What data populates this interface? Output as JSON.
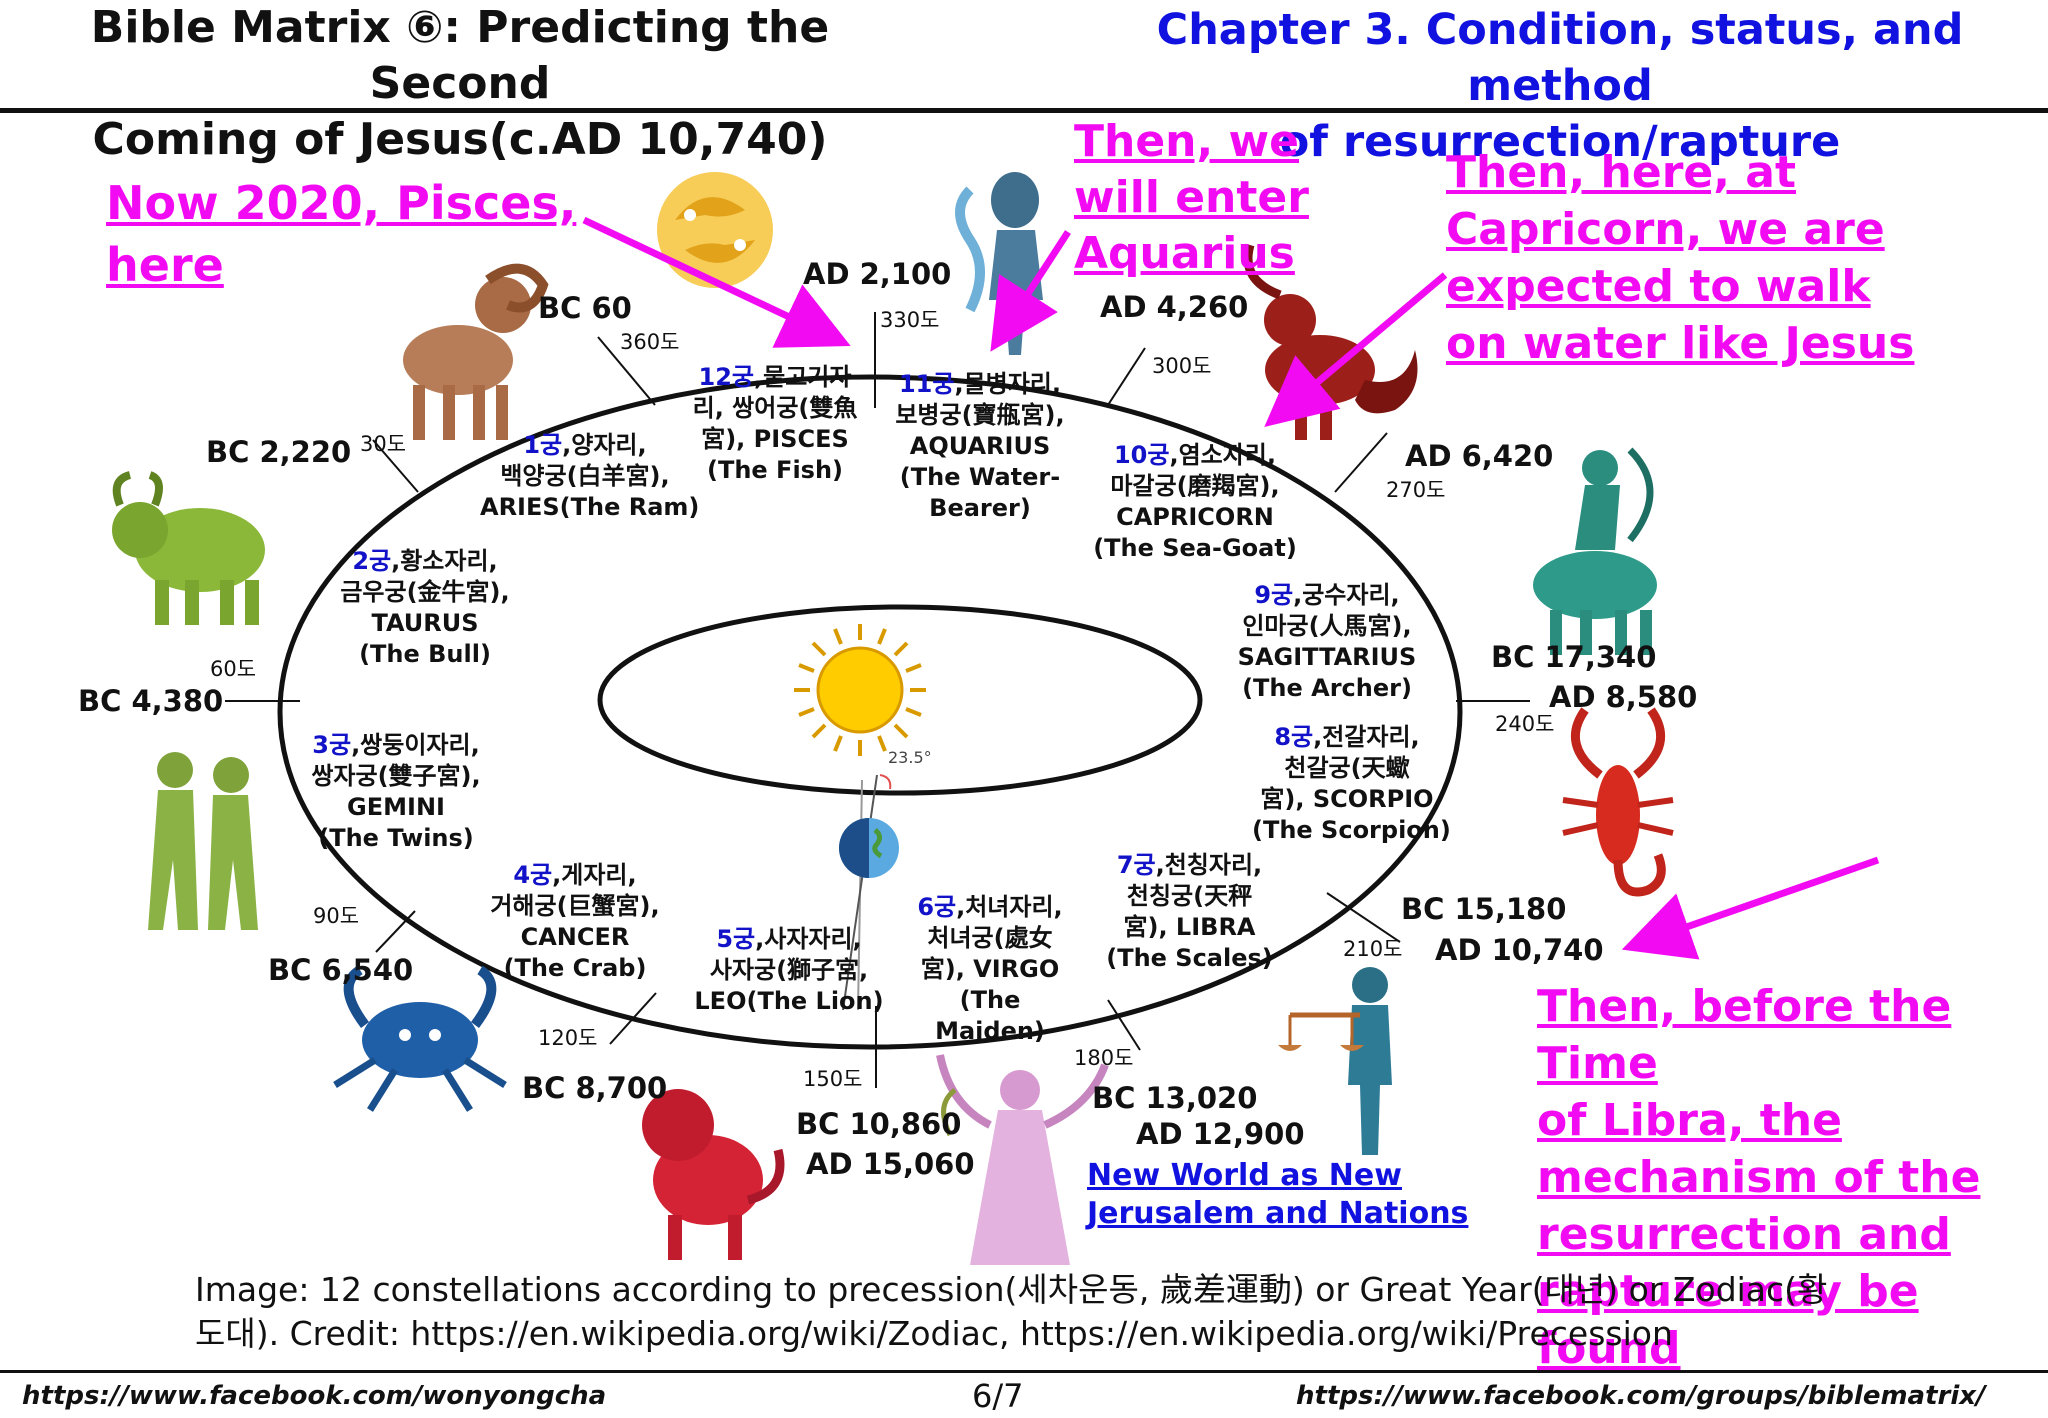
{
  "header": {
    "title_left": [
      "Bible Matrix ⑥: Predicting the Second",
      "Coming of Jesus(c.AD 10,740)"
    ],
    "title_right": [
      "Chapter 3. Condition, status, and method",
      "of resurrection/rapture"
    ]
  },
  "notes": {
    "pisces_now": [
      "Now 2020, Pisces,",
      "here"
    ],
    "aquarius": [
      "Then, we",
      "will enter",
      "Aquarius"
    ],
    "capricorn": [
      "Then, here, at",
      "Capricorn, we are",
      "expected to walk",
      "on water like Jesus"
    ],
    "libra": [
      "Then, before the Time",
      "of Libra, the",
      "mechanism of the",
      "resurrection and",
      "rapture may be found"
    ]
  },
  "link": [
    "New World as New",
    "Jerusalem and Nations"
  ],
  "years": {
    "ad2100": "AD 2,100",
    "bc60": "BC 60",
    "ad4260": "AD 4,260",
    "bc2220": "BC 2,220",
    "ad6420": "AD 6,420",
    "bc4380": "BC 4,380",
    "bc17340": "BC 17,340",
    "ad8580": "AD 8,580",
    "bc6540": "BC 6,540",
    "bc15180": "BC 15,180",
    "ad10740": "AD 10,740",
    "bc8700": "BC 8,700",
    "bc10860": "BC 10,860",
    "ad15060": "AD 15,060",
    "bc13020": "BC 13,020",
    "ad12900": "AD 12,900"
  },
  "degrees": {
    "d360": "360도",
    "d330": "330도",
    "d300": "300도",
    "d30": "30도",
    "d270": "270도",
    "d60": "60도",
    "d240": "240도",
    "d90": "90도",
    "d210": "210도",
    "d120": "120도",
    "d150": "150도",
    "d180": "180도"
  },
  "tilt_label": "23.5°",
  "houses": {
    "h12": {
      "num": "12궁",
      "lines": [
        ",물고기자",
        "리, 쌍어궁(雙魚",
        "宮), PISCES",
        "(The Fish)"
      ]
    },
    "h11": {
      "num": "11궁",
      "lines": [
        ",물병자리,",
        "보병궁(寶甁宮),",
        "AQUARIUS",
        "(The Water-",
        "Bearer)"
      ]
    },
    "h1": {
      "num": "1궁",
      "lines": [
        ",양자리,",
        "백양궁(白羊宮),",
        "ARIES(The Ram)"
      ]
    },
    "h10": {
      "num": "10궁",
      "lines": [
        ",염소자리,",
        "마갈궁(磨羯宮),",
        "CAPRICORN",
        "(The Sea-Goat)"
      ]
    },
    "h2": {
      "num": "2궁",
      "lines": [
        ",황소자리,",
        "금우궁(金牛宮),",
        "TAURUS",
        "(The Bull)"
      ]
    },
    "h9": {
      "num": "9궁",
      "lines": [
        ",궁수자리,",
        "인마궁(人馬宮),",
        "SAGITTARIUS",
        "(The  Archer)"
      ]
    },
    "h3": {
      "num": "3궁",
      "lines": [
        ",쌍둥이자리,",
        "쌍자궁(雙子宮),",
        "GEMINI",
        "(The Twins)"
      ]
    },
    "h8": {
      "num": "8궁",
      "lines": [
        ",전갈자리,",
        "천갈궁(天蠍",
        "宮), SCORPIO",
        "(The Scorpion)"
      ]
    },
    "h4": {
      "num": "4궁",
      "lines": [
        ",게자리,",
        "거해궁(巨蟹宮),",
        "CANCER",
        "(The Crab)"
      ]
    },
    "h7": {
      "num": "7궁",
      "lines": [
        ",천칭자리,",
        "천칭궁(天秤",
        "宮), LIBRA",
        "(The Scales)"
      ]
    },
    "h5": {
      "num": "5궁",
      "lines": [
        ",사자자리,",
        "사자궁(獅子宮,",
        "LEO(The Lion)"
      ]
    },
    "h6": {
      "num": "6궁",
      "lines": [
        ",처녀자리,",
        "처녀궁(處女",
        "宮), VIRGO",
        "(The",
        "Maiden)"
      ]
    }
  },
  "caption": [
    "Image: 12 constellations according to precession(세차운동, 歲差運動) or Great Year(대년) or Zodiac(황",
    "도대). Credit: https://en.wikipedia.org/wiki/Zodiac, https://en.wikipedia.org/wiki/Precession"
  ],
  "footer": {
    "left": "https://www.facebook.com/wonyongcha",
    "page": "6/7",
    "right": "https://www.facebook.com/groups/biblematrix/"
  },
  "icons": [
    "pisces-icon",
    "aquarius-icon",
    "aries-icon",
    "capricorn-icon",
    "taurus-icon",
    "sagittarius-icon",
    "gemini-icon",
    "scorpio-icon",
    "cancer-icon",
    "libra-icon",
    "leo-icon",
    "virgo-icon",
    "sun-icon",
    "earth-icon"
  ],
  "colors": {
    "title_blue": "#1212e0",
    "note_magenta": "#f20bf2",
    "house_number_blue": "#1212c8"
  }
}
